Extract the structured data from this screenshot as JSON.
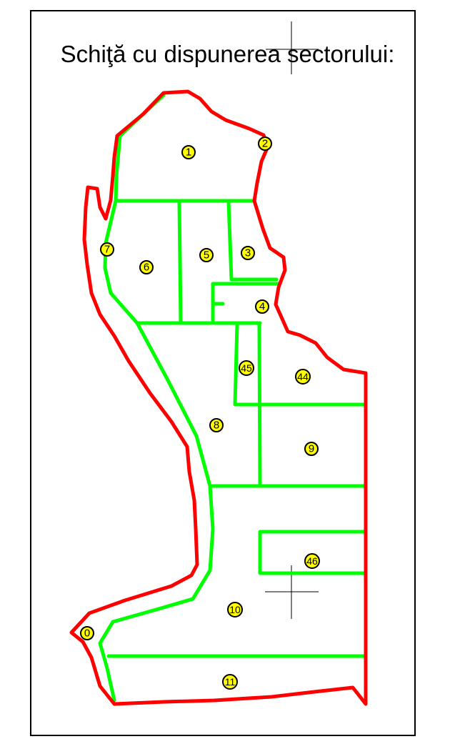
{
  "title": "Schiţă cu dispunerea sectorului:",
  "colors": {
    "outer_boundary": "#ff0000",
    "parcel_lines": "#00ff00",
    "marker_fill": "#ffff00",
    "marker_stroke": "#000000"
  },
  "parcels": [
    {
      "id": "parcel-0",
      "label": "0"
    },
    {
      "id": "parcel-1",
      "label": "1"
    },
    {
      "id": "parcel-2",
      "label": "2"
    },
    {
      "id": "parcel-3",
      "label": "3"
    },
    {
      "id": "parcel-4",
      "label": "4"
    },
    {
      "id": "parcel-5",
      "label": "5"
    },
    {
      "id": "parcel-6",
      "label": "6"
    },
    {
      "id": "parcel-7",
      "label": "7"
    },
    {
      "id": "parcel-8",
      "label": "8"
    },
    {
      "id": "parcel-9",
      "label": "9"
    },
    {
      "id": "parcel-10",
      "label": "10"
    },
    {
      "id": "parcel-11",
      "label": "11"
    },
    {
      "id": "parcel-44",
      "label": "44"
    },
    {
      "id": "parcel-45",
      "label": "45"
    },
    {
      "id": "parcel-46",
      "label": "46"
    }
  ]
}
